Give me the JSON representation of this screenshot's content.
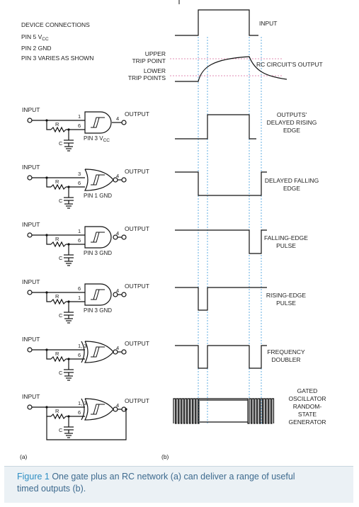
{
  "device_connections": {
    "heading": "DEVICE CONNECTIONS",
    "pin5": "PIN 5 V",
    "pin5_sub": "CC",
    "pin2": "PIN 2 GND",
    "pin3": "PIN 3 VARIES AS SHOWN"
  },
  "trip": {
    "upper_1": "UPPER",
    "upper_2": "TRIP POINT",
    "lower_1": "LOWER",
    "lower_2": "TRIP POINTS"
  },
  "top_waves": {
    "input": "INPUT",
    "rc_output": "RC CIRCUIT'S OUTPUT"
  },
  "circuits": [
    {
      "input": "INPUT",
      "output": "OUTPUT",
      "pin_a": "1",
      "pin_b": "6",
      "out_pin": "4",
      "r": "R",
      "c": "C",
      "note": "PIN 3 V",
      "note_sub": "CC",
      "gate": "and",
      "wave_label": [
        "OUTPUTS'",
        "DELAYED RISING",
        "EDGE"
      ]
    },
    {
      "input": "INPUT",
      "output": "OUTPUT",
      "pin_a": "3",
      "pin_b": "6",
      "out_pin": "4",
      "r": "R",
      "c": "C",
      "note": "PIN 1 GND",
      "note_sub": "",
      "gate": "nor",
      "wave_label": [
        "DELAYED FALLING",
        "EDGE"
      ]
    },
    {
      "input": "INPUT",
      "output": "OUTPUT",
      "pin_a": "1",
      "pin_b": "6",
      "out_pin": "4",
      "r": "R",
      "c": "C",
      "note": "PIN 3 GND",
      "note_sub": "",
      "gate": "nand",
      "wave_label": [
        "FALLING-EDGE",
        "PULSE"
      ]
    },
    {
      "input": "INPUT",
      "output": "OUTPUT",
      "pin_a": "6",
      "pin_b": "1",
      "out_pin": "4",
      "r": "R",
      "c": "C",
      "note": "PIN 3 GND",
      "note_sub": "",
      "gate": "nand",
      "wave_label": [
        "RISING-EDGE",
        "PULSE"
      ]
    },
    {
      "input": "INPUT",
      "output": "OUTPUT",
      "pin_a": "1, 3",
      "pin_b": "6",
      "out_pin": "4",
      "r": "R",
      "c": "C",
      "note": "",
      "note_sub": "",
      "gate": "xnor",
      "wave_label": [
        "FREQUENCY",
        "DOUBLER"
      ]
    },
    {
      "input": "INPUT",
      "output": "OUTPUT",
      "pin_a": "1, 3",
      "pin_b": "6",
      "out_pin": "4",
      "r": "R",
      "c": "C",
      "note": "",
      "note_sub": "",
      "gate": "xnor",
      "wave_label": [
        "GATED",
        "OSCILLATOR",
        "RANDOM-",
        "STATE",
        "GENERATOR"
      ]
    }
  ],
  "panel_labels": {
    "a": "(a)",
    "b": "(b)"
  },
  "caption": {
    "figure": "Figure 1",
    "line1": " One gate plus an RC network (a) can deliver a range of useful",
    "line2": "timed outputs (b)."
  }
}
